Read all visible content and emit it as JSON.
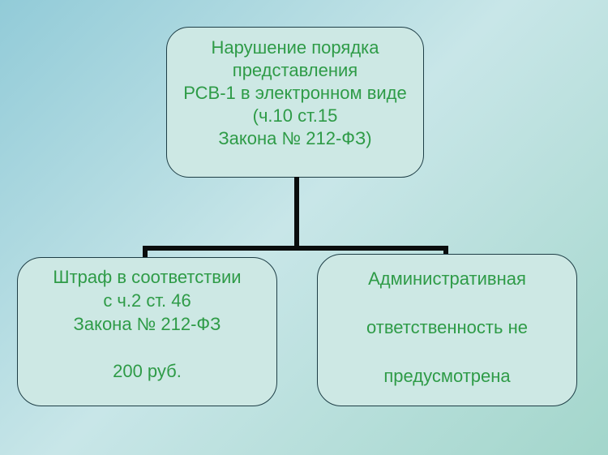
{
  "diagram": {
    "top_box": {
      "lines": [
        "Нарушение порядка",
        "представления",
        "РСВ-1 в электронном виде",
        "(ч.10 ст.15",
        "Закона № 212-ФЗ)"
      ]
    },
    "left_box": {
      "lines": [
        "Штраф в соответствии",
        "с ч.2 ст. 46",
        "Закона № 212-ФЗ",
        "",
        "200 руб."
      ]
    },
    "right_box": {
      "lines": [
        "Административная",
        "ответственность не",
        "предусмотрена"
      ]
    },
    "colors": {
      "text": "#2e9b47",
      "box_fill": "#cde8e4",
      "box_border": "#1e3e46",
      "connector": "#0a0d0d",
      "bg_top_left": "#92cbd8",
      "bg_center": "#c8e6e8",
      "bg_bottom_right": "#a3d6cb"
    }
  }
}
